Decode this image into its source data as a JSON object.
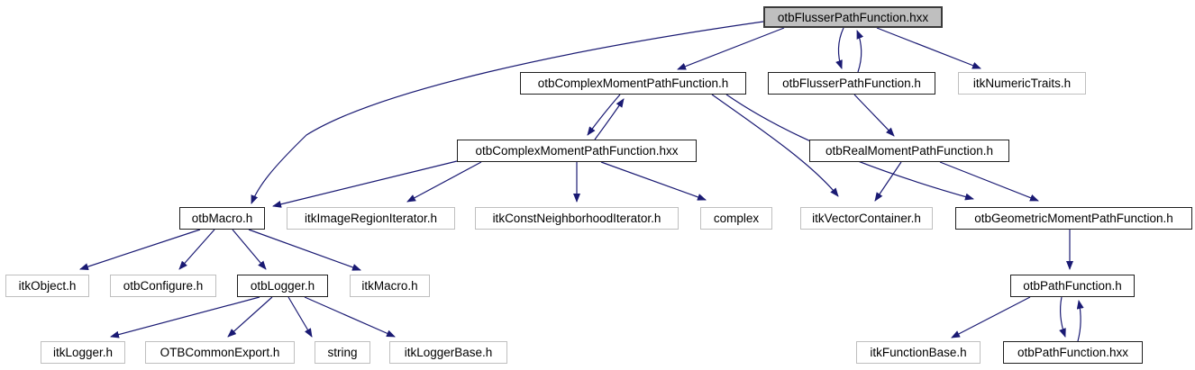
{
  "diagram": {
    "type": "include-dependency-graph",
    "colors": {
      "edge": "#1a1a73",
      "current_node_fill": "#bfbfbf",
      "internal_node_border": "#1f1f1f",
      "external_node_border": "#bfbfbf",
      "node_fill": "#ffffff",
      "text": "#000000"
    },
    "nodes": [
      {
        "id": "otbFlusserPathFunction.hxx",
        "label": "otbFlusserPathFunction.hxx",
        "kind": "current"
      },
      {
        "id": "otbComplexMomentPathFunction.h",
        "label": "otbComplexMomentPathFunction.h",
        "kind": "internal"
      },
      {
        "id": "otbFlusserPathFunction.h",
        "label": "otbFlusserPathFunction.h",
        "kind": "internal"
      },
      {
        "id": "itkNumericTraits.h",
        "label": "itkNumericTraits.h",
        "kind": "external"
      },
      {
        "id": "otbComplexMomentPathFunction.hxx",
        "label": "otbComplexMomentPathFunction.hxx",
        "kind": "internal"
      },
      {
        "id": "otbRealMomentPathFunction.h",
        "label": "otbRealMomentPathFunction.h",
        "kind": "internal"
      },
      {
        "id": "otbMacro.h",
        "label": "otbMacro.h",
        "kind": "internal"
      },
      {
        "id": "itkImageRegionIterator.h",
        "label": "itkImageRegionIterator.h",
        "kind": "external"
      },
      {
        "id": "itkConstNeighborhoodIterator.h",
        "label": "itkConstNeighborhoodIterator.h",
        "kind": "external"
      },
      {
        "id": "complex",
        "label": "complex",
        "kind": "external"
      },
      {
        "id": "itkVectorContainer.h",
        "label": "itkVectorContainer.h",
        "kind": "external"
      },
      {
        "id": "otbGeometricMomentPathFunction.h",
        "label": "otbGeometricMomentPathFunction.h",
        "kind": "internal"
      },
      {
        "id": "itkObject.h",
        "label": "itkObject.h",
        "kind": "external"
      },
      {
        "id": "otbConfigure.h",
        "label": "otbConfigure.h",
        "kind": "external"
      },
      {
        "id": "otbLogger.h",
        "label": "otbLogger.h",
        "kind": "internal"
      },
      {
        "id": "itkMacro.h",
        "label": "itkMacro.h",
        "kind": "external"
      },
      {
        "id": "itkLogger.h",
        "label": "itkLogger.h",
        "kind": "external"
      },
      {
        "id": "OTBCommonExport.h",
        "label": "OTBCommonExport.h",
        "kind": "external"
      },
      {
        "id": "string",
        "label": "string",
        "kind": "external"
      },
      {
        "id": "itkLoggerBase.h",
        "label": "itkLoggerBase.h",
        "kind": "external"
      },
      {
        "id": "otbPathFunction.h",
        "label": "otbPathFunction.h",
        "kind": "internal"
      },
      {
        "id": "itkFunctionBase.h",
        "label": "itkFunctionBase.h",
        "kind": "external"
      },
      {
        "id": "otbPathFunction.hxx",
        "label": "otbPathFunction.hxx",
        "kind": "internal"
      }
    ],
    "edges": [
      {
        "from": "otbFlusserPathFunction.hxx",
        "to": "otbComplexMomentPathFunction.h"
      },
      {
        "from": "otbFlusserPathFunction.hxx",
        "to": "otbFlusserPathFunction.h"
      },
      {
        "from": "otbFlusserPathFunction.h",
        "to": "otbFlusserPathFunction.hxx"
      },
      {
        "from": "otbFlusserPathFunction.hxx",
        "to": "itkNumericTraits.h"
      },
      {
        "from": "otbFlusserPathFunction.hxx",
        "to": "otbMacro.h"
      },
      {
        "from": "otbFlusserPathFunction.h",
        "to": "otbRealMomentPathFunction.h"
      },
      {
        "from": "otbRealMomentPathFunction.h",
        "to": "itkVectorContainer.h"
      },
      {
        "from": "otbRealMomentPathFunction.h",
        "to": "otbGeometricMomentPathFunction.h"
      },
      {
        "from": "otbComplexMomentPathFunction.h",
        "to": "otbComplexMomentPathFunction.hxx"
      },
      {
        "from": "otbComplexMomentPathFunction.hxx",
        "to": "otbComplexMomentPathFunction.h"
      },
      {
        "from": "otbComplexMomentPathFunction.h",
        "to": "itkVectorContainer.h"
      },
      {
        "from": "otbComplexMomentPathFunction.h",
        "to": "otbGeometricMomentPathFunction.h"
      },
      {
        "from": "otbComplexMomentPathFunction.hxx",
        "to": "otbMacro.h"
      },
      {
        "from": "otbComplexMomentPathFunction.hxx",
        "to": "itkImageRegionIterator.h"
      },
      {
        "from": "otbComplexMomentPathFunction.hxx",
        "to": "itkConstNeighborhoodIterator.h"
      },
      {
        "from": "otbComplexMomentPathFunction.hxx",
        "to": "complex"
      },
      {
        "from": "otbMacro.h",
        "to": "itkObject.h"
      },
      {
        "from": "otbMacro.h",
        "to": "otbConfigure.h"
      },
      {
        "from": "otbMacro.h",
        "to": "otbLogger.h"
      },
      {
        "from": "otbMacro.h",
        "to": "itkMacro.h"
      },
      {
        "from": "otbLogger.h",
        "to": "itkLogger.h"
      },
      {
        "from": "otbLogger.h",
        "to": "OTBCommonExport.h"
      },
      {
        "from": "otbLogger.h",
        "to": "string"
      },
      {
        "from": "otbLogger.h",
        "to": "itkLoggerBase.h"
      },
      {
        "from": "otbGeometricMomentPathFunction.h",
        "to": "otbPathFunction.h"
      },
      {
        "from": "otbPathFunction.h",
        "to": "itkFunctionBase.h"
      },
      {
        "from": "otbPathFunction.h",
        "to": "otbPathFunction.hxx"
      },
      {
        "from": "otbPathFunction.hxx",
        "to": "otbPathFunction.h"
      }
    ]
  }
}
